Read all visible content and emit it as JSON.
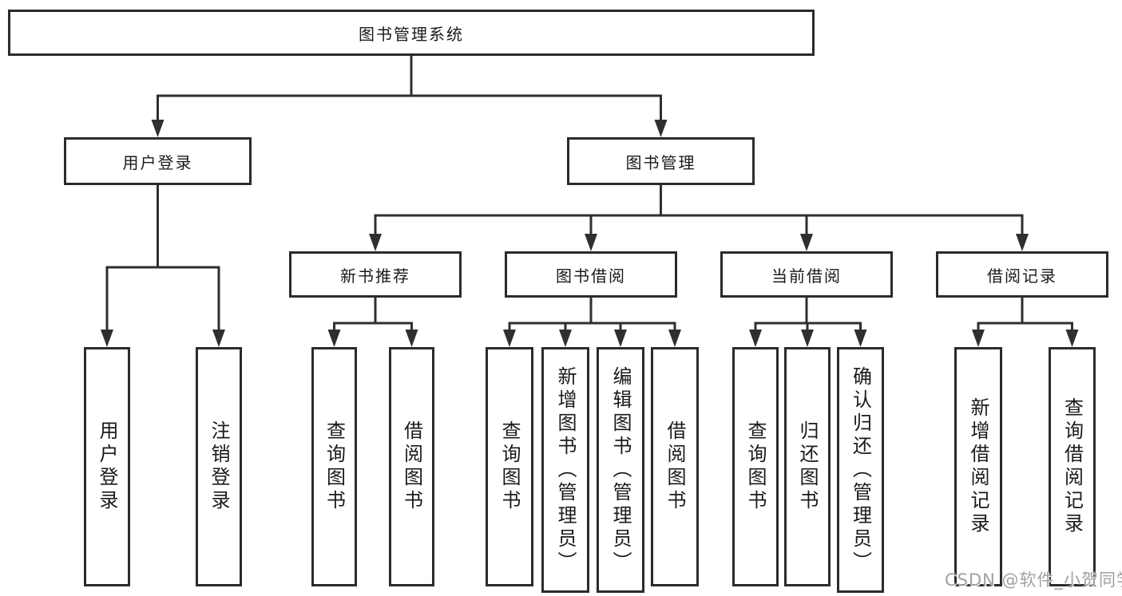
{
  "tree": {
    "label": "图书管理系统",
    "children": [
      {
        "label": "用户登录",
        "children": [
          {
            "label": "用户登录"
          },
          {
            "label": "注销登录"
          }
        ]
      },
      {
        "label": "图书管理",
        "children": [
          {
            "label": "新书推荐",
            "children": [
              {
                "label": "查询图书"
              },
              {
                "label": "借阅图书"
              }
            ]
          },
          {
            "label": "图书借阅",
            "children": [
              {
                "label": "查询图书"
              },
              {
                "label": "新增图书（管理员）"
              },
              {
                "label": "编辑图书（管理员）"
              },
              {
                "label": "借阅图书"
              }
            ]
          },
          {
            "label": "当前借阅",
            "children": [
              {
                "label": "查询图书"
              },
              {
                "label": "归还图书"
              },
              {
                "label": "确认归还（管理员）"
              }
            ]
          },
          {
            "label": "借阅记录",
            "children": [
              {
                "label": "新增借阅记录"
              },
              {
                "label": "查询借阅记录"
              }
            ]
          }
        ]
      }
    ]
  },
  "watermark": {
    "text": "CSDN @软件_小贺同学"
  },
  "colors": {
    "line": "#2f2f2f",
    "border": "#2b2b2b",
    "text": "#1a1a1a",
    "background": "#ffffff",
    "watermark": "#a0a0a0"
  }
}
